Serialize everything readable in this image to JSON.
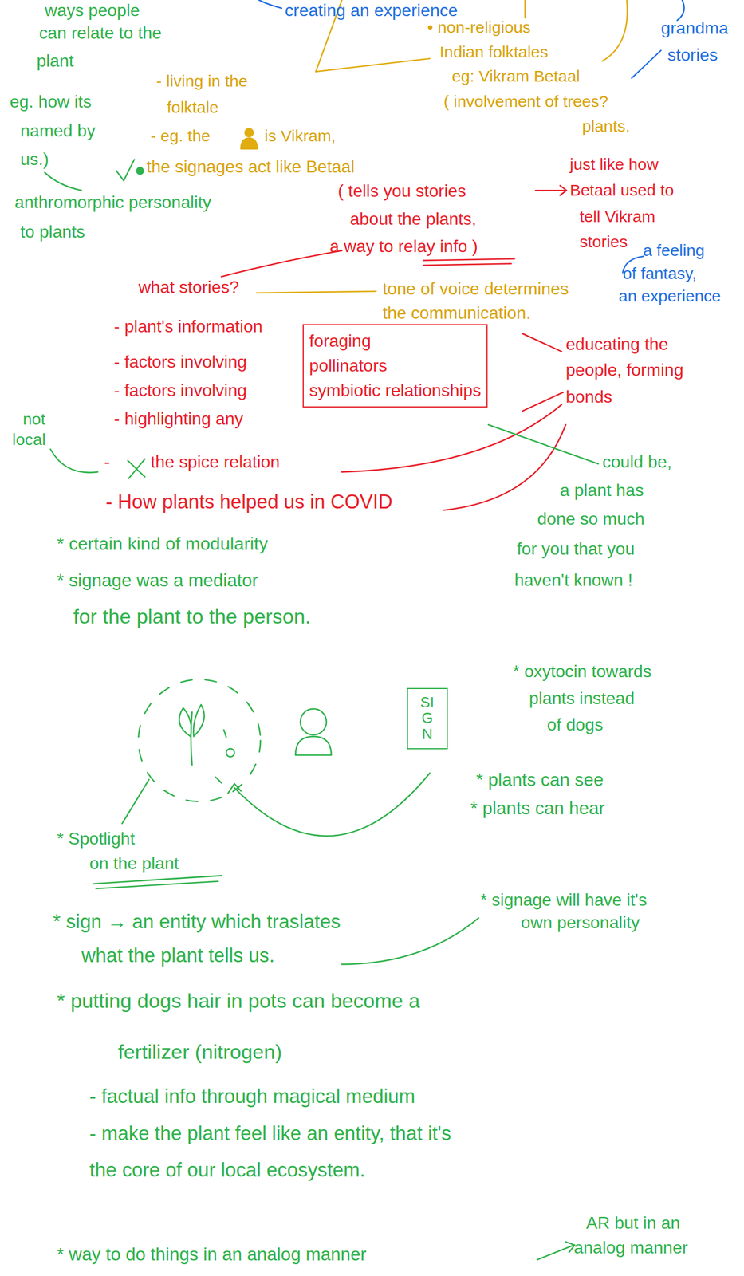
{
  "diagram": {
    "nodes": [
      {
        "text": [
          "foraging",
          "pollinators",
          "symbiotic relationships"
        ]
      },
      {
        "text": [
          "SIGN"
        ]
      }
    ],
    "labels": [
      "creating an experience",
      "grandma",
      "stories",
      "ways people",
      "can relate to the",
      "plant",
      "eg. how its",
      "named by",
      "us.)",
      "- living in the",
      "folktale",
      "- eg. the",
      "is Vikram,",
      "the signages act like Betaal",
      "• non-religious",
      "Indian folktales",
      "eg: Vikram Betaal",
      "( involvement of trees?",
      "plants.",
      "anthromorphic personality",
      "to plants",
      "( tells you stories",
      "about the plants,",
      "a way to relay info )",
      "just like how",
      "Betaal used to",
      "tell Vikram",
      "stories",
      "a feeling",
      "of fantasy,",
      "an experience",
      "what stories?",
      "tone of voice determines",
      "the communication.",
      "- plant's information",
      "- factors involving",
      "- factors involving",
      "- highlighting any",
      "-",
      "the spice relation",
      "- How plants helped us in COVID",
      "not",
      "local",
      "educating the",
      "people, forming",
      "bonds",
      "could be,",
      "a plant has",
      "done so much",
      "for you that you",
      "haven't known !",
      "* certain kind of modularity",
      "* signage was a mediator",
      "for the plant to the person.",
      "* oxytocin towards",
      "plants instead",
      "of dogs",
      "* plants can see",
      "* plants can hear",
      "* Spotlight",
      "on the plant",
      "* sign → an entity which traslates",
      "what the plant tells us.",
      "* signage will have it's",
      "own personality",
      "* putting dogs hair in pots can become a",
      "fertilizer (nitrogen)",
      "- factual info through magical medium",
      "- make the plant feel like an entity, that it's",
      "the core of our local ecosystem.",
      "* way to do things in an analog manner",
      "AR but in an",
      "analog manner"
    ]
  }
}
